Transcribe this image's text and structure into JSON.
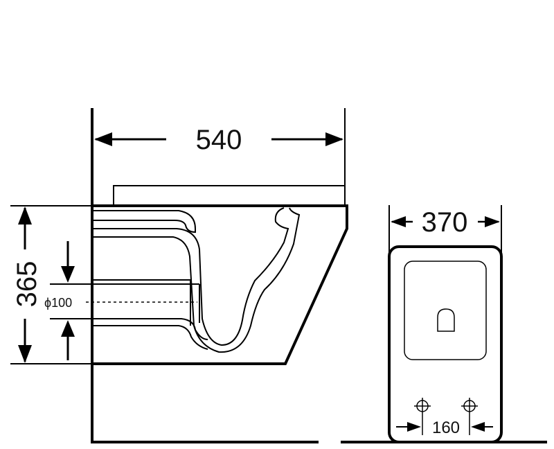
{
  "dimensions": {
    "width_side": "540",
    "height_side": "365",
    "pipe_diameter": "ϕ100",
    "width_front": "370",
    "bolt_spacing": "160"
  },
  "colors": {
    "line": "#000000",
    "background": "#ffffff"
  }
}
